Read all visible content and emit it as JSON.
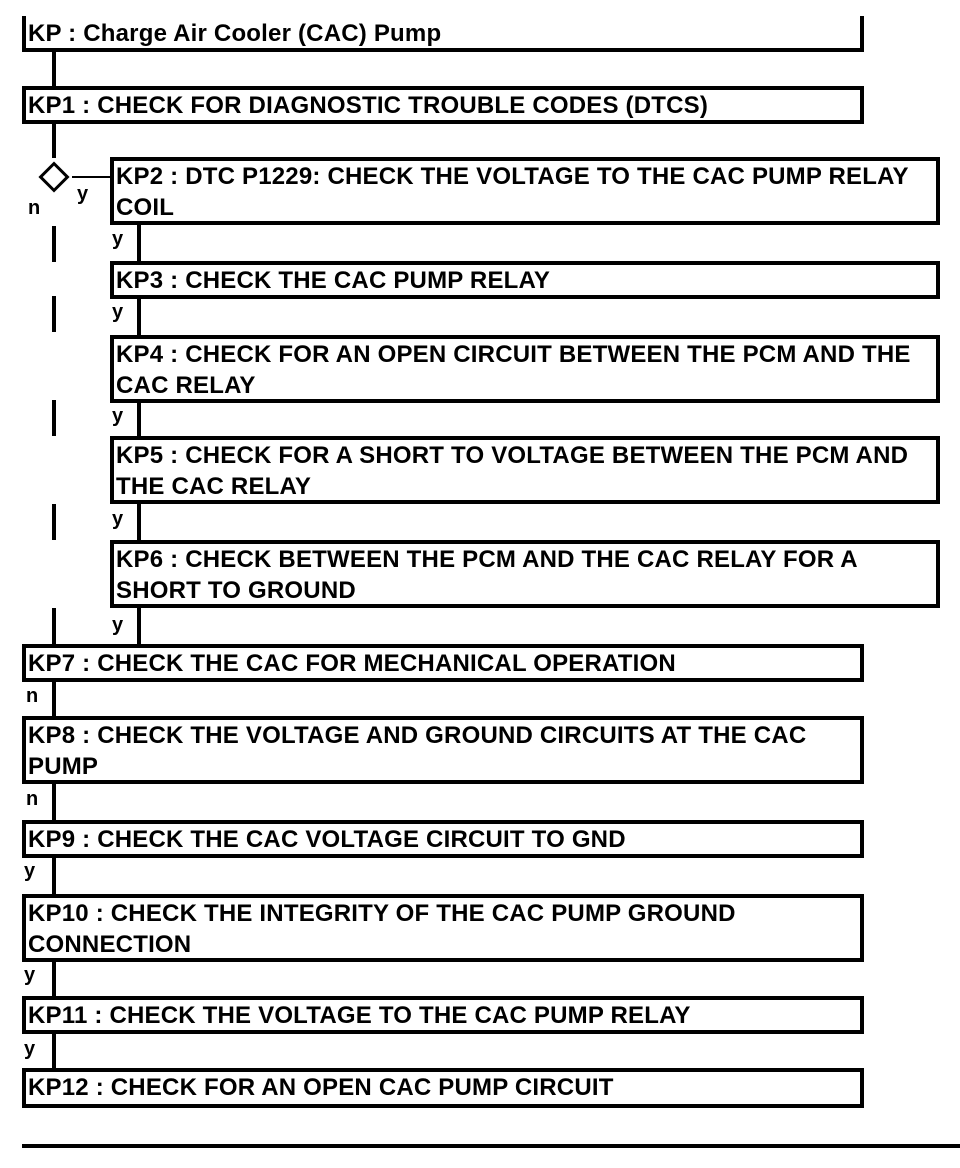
{
  "diagram": {
    "title": "KP : Charge Air Cooler (CAC) Pump",
    "steps": [
      {
        "id": "KP1",
        "text": "KP1 : CHECK FOR DIAGNOSTIC TROUBLE CODES (DTCS)"
      },
      {
        "id": "KP2",
        "text": "KP2 : DTC P1229: CHECK THE VOLTAGE TO THE CAC PUMP RELAY COIL"
      },
      {
        "id": "KP3",
        "text": "KP3 : CHECK THE CAC PUMP RELAY"
      },
      {
        "id": "KP4",
        "text": "KP4 : CHECK FOR AN OPEN CIRCUIT BETWEEN THE PCM AND THE CAC RELAY"
      },
      {
        "id": "KP5",
        "text": "KP5 : CHECK FOR A SHORT TO VOLTAGE BETWEEN THE PCM AND THE CAC RELAY"
      },
      {
        "id": "KP6",
        "text": "KP6 : CHECK BETWEEN THE PCM AND THE CAC RELAY FOR A SHORT TO GROUND"
      },
      {
        "id": "KP7",
        "text": "KP7 : CHECK THE CAC FOR MECHANICAL OPERATION"
      },
      {
        "id": "KP8",
        "text": "KP8 : CHECK THE VOLTAGE AND GROUND CIRCUITS AT THE CAC PUMP"
      },
      {
        "id": "KP9",
        "text": "KP9 : CHECK THE CAC VOLTAGE CIRCUIT TO GND"
      },
      {
        "id": "KP10",
        "text": "KP10 : CHECK THE INTEGRITY OF THE CAC PUMP GROUND CONNECTION"
      },
      {
        "id": "KP11",
        "text": "KP11 : CHECK THE VOLTAGE TO THE CAC PUMP RELAY"
      },
      {
        "id": "KP12",
        "text": "KP12 : CHECK FOR AN OPEN CAC PUMP CIRCUIT"
      }
    ],
    "labels": {
      "diamond_no": "n",
      "diamond_yes": "y",
      "kp2_to_kp3": "y",
      "kp3_to_kp4": "y",
      "kp4_to_kp5": "y",
      "kp5_to_kp6": "y",
      "kp6_to_kp7": "y",
      "kp7_to_kp8": "n",
      "kp8_to_kp9": "n",
      "kp9_to_kp10": "y",
      "kp10_to_kp11": "y",
      "kp11_to_kp12": "y"
    }
  }
}
